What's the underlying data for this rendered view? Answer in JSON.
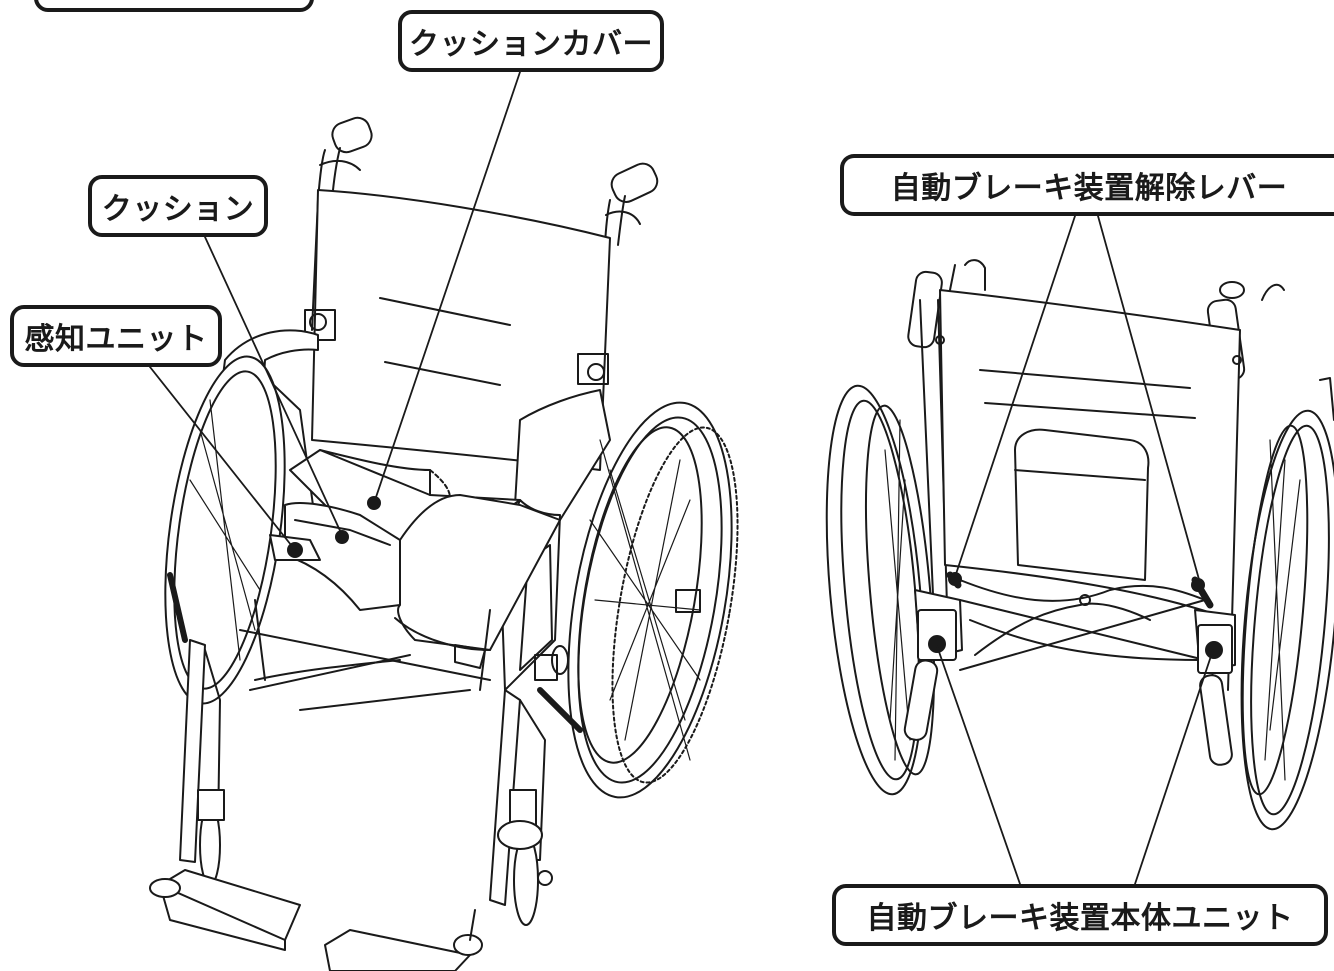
{
  "labels": {
    "cushion_cover": "クッションカバー",
    "cushion": "クッション",
    "sensor_unit": "感知ユニット",
    "auto_brake_release_lever": "自動ブレーキ装置解除レバー",
    "auto_brake_main_unit": "自動ブレーキ装置本体ユニット"
  },
  "colors": {
    "line": "#1a1a1a",
    "background": "#ffffff",
    "fill": "#ffffff"
  },
  "icons": {
    "wheelchair_front": "wheelchair-front-illustration",
    "wheelchair_rear": "wheelchair-rear-illustration"
  }
}
